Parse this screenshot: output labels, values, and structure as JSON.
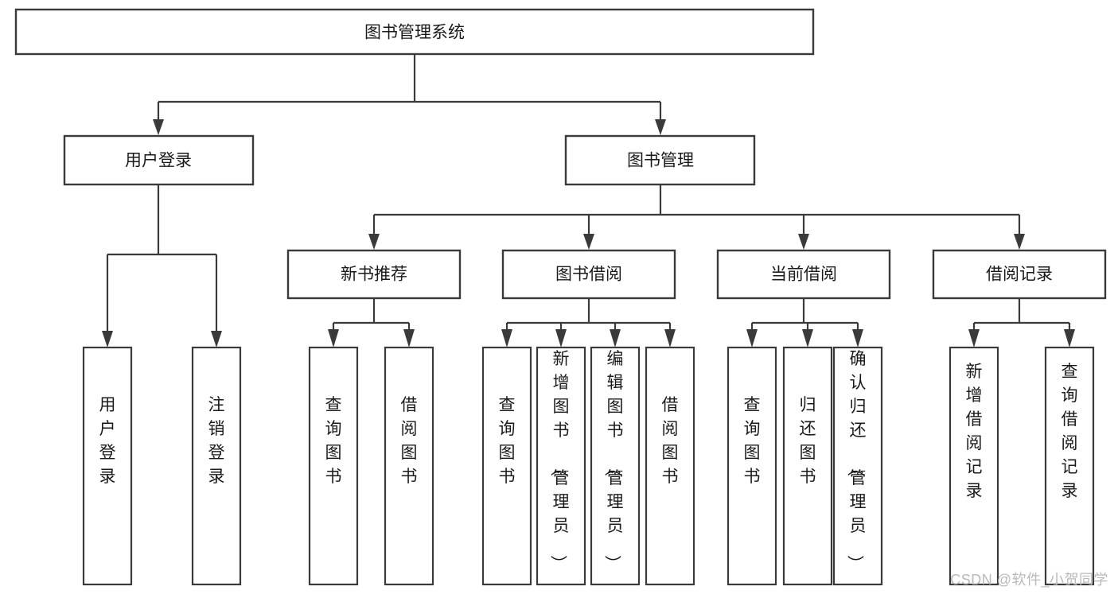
{
  "diagram": {
    "type": "tree",
    "title": "图书管理系统",
    "orientation": "top-down",
    "colors": {
      "background": "#ffffff",
      "box_stroke": "#3a3a3a",
      "box_fill": "#ffffff",
      "connector": "#3a3a3a",
      "label_text": "#1a1a1a",
      "watermark": "#b9b9b9"
    },
    "nodes": {
      "root": {
        "label": "图书管理系统"
      },
      "level2": [
        {
          "id": "user-login",
          "label": "用户登录"
        },
        {
          "id": "book-manage",
          "label": "图书管理"
        }
      ],
      "level3": [
        {
          "id": "new-book-recommend",
          "label": "新书推荐"
        },
        {
          "id": "book-borrow",
          "label": "图书借阅"
        },
        {
          "id": "current-borrow",
          "label": "当前借阅"
        },
        {
          "id": "borrow-record",
          "label": "借阅记录"
        }
      ],
      "leaves": {
        "user_login": [
          {
            "id": "leaf-user-login",
            "label": "用户登录"
          },
          {
            "id": "leaf-logout",
            "label": "注销登录"
          }
        ],
        "new_book_recommend": [
          {
            "id": "leaf-query-book-1",
            "label": "查询图书"
          },
          {
            "id": "leaf-borrow-book-1",
            "label": "借阅图书"
          }
        ],
        "book_borrow": [
          {
            "id": "leaf-query-book-2",
            "label": "查询图书"
          },
          {
            "id": "leaf-add-book",
            "label": "新增图书（管理员）"
          },
          {
            "id": "leaf-edit-book",
            "label": "编辑图书（管理员）"
          },
          {
            "id": "leaf-borrow-book-2",
            "label": "借阅图书"
          }
        ],
        "current_borrow": [
          {
            "id": "leaf-query-book-3",
            "label": "查询图书"
          },
          {
            "id": "leaf-return-book",
            "label": "归还图书"
          },
          {
            "id": "leaf-confirm-return",
            "label": "确认归还（管理员）"
          }
        ],
        "borrow_record": [
          {
            "id": "leaf-add-record",
            "label": "新增借阅记录"
          },
          {
            "id": "leaf-query-record",
            "label": "查询借阅记录"
          }
        ]
      }
    },
    "edges": [
      {
        "from": "图书管理系统",
        "to": "用户登录"
      },
      {
        "from": "图书管理系统",
        "to": "图书管理"
      },
      {
        "from": "用户登录",
        "to": "用户登录"
      },
      {
        "from": "用户登录",
        "to": "注销登录"
      },
      {
        "from": "图书管理",
        "to": "新书推荐"
      },
      {
        "from": "图书管理",
        "to": "图书借阅"
      },
      {
        "from": "图书管理",
        "to": "当前借阅"
      },
      {
        "from": "图书管理",
        "to": "借阅记录"
      },
      {
        "from": "新书推荐",
        "to": "查询图书"
      },
      {
        "from": "新书推荐",
        "to": "借阅图书"
      },
      {
        "from": "图书借阅",
        "to": "查询图书"
      },
      {
        "from": "图书借阅",
        "to": "新增图书（管理员）"
      },
      {
        "from": "图书借阅",
        "to": "编辑图书（管理员）"
      },
      {
        "from": "图书借阅",
        "to": "借阅图书"
      },
      {
        "from": "当前借阅",
        "to": "查询图书"
      },
      {
        "from": "当前借阅",
        "to": "归还图书"
      },
      {
        "from": "当前借阅",
        "to": "确认归还（管理员）"
      },
      {
        "from": "借阅记录",
        "to": "新增借阅记录"
      },
      {
        "from": "借阅记录",
        "to": "查询借阅记录"
      }
    ]
  },
  "watermark": {
    "text": "CSDN @软件_小贺同学"
  }
}
